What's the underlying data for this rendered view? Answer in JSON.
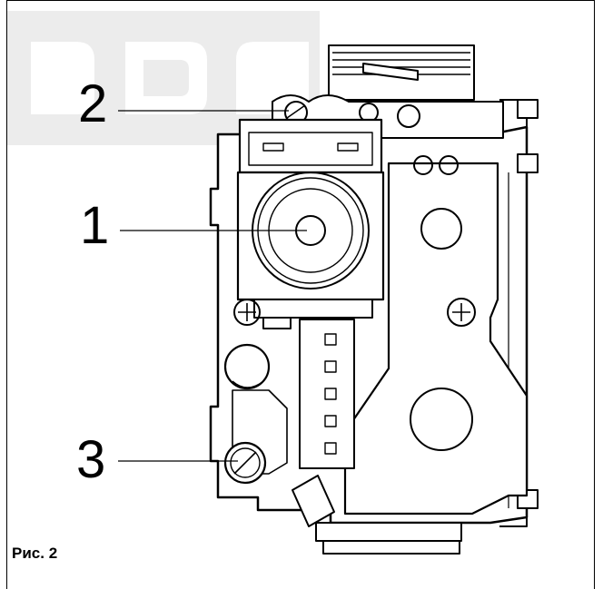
{
  "callouts": [
    {
      "id": "1",
      "label": "1"
    },
    {
      "id": "2",
      "label": "2"
    },
    {
      "id": "3",
      "label": "3"
    }
  ],
  "caption": "Рис. 2",
  "watermark_text": "ODA",
  "colors": {
    "line": "#000000",
    "watermark": "#e3e3e3",
    "background": "#ffffff"
  }
}
